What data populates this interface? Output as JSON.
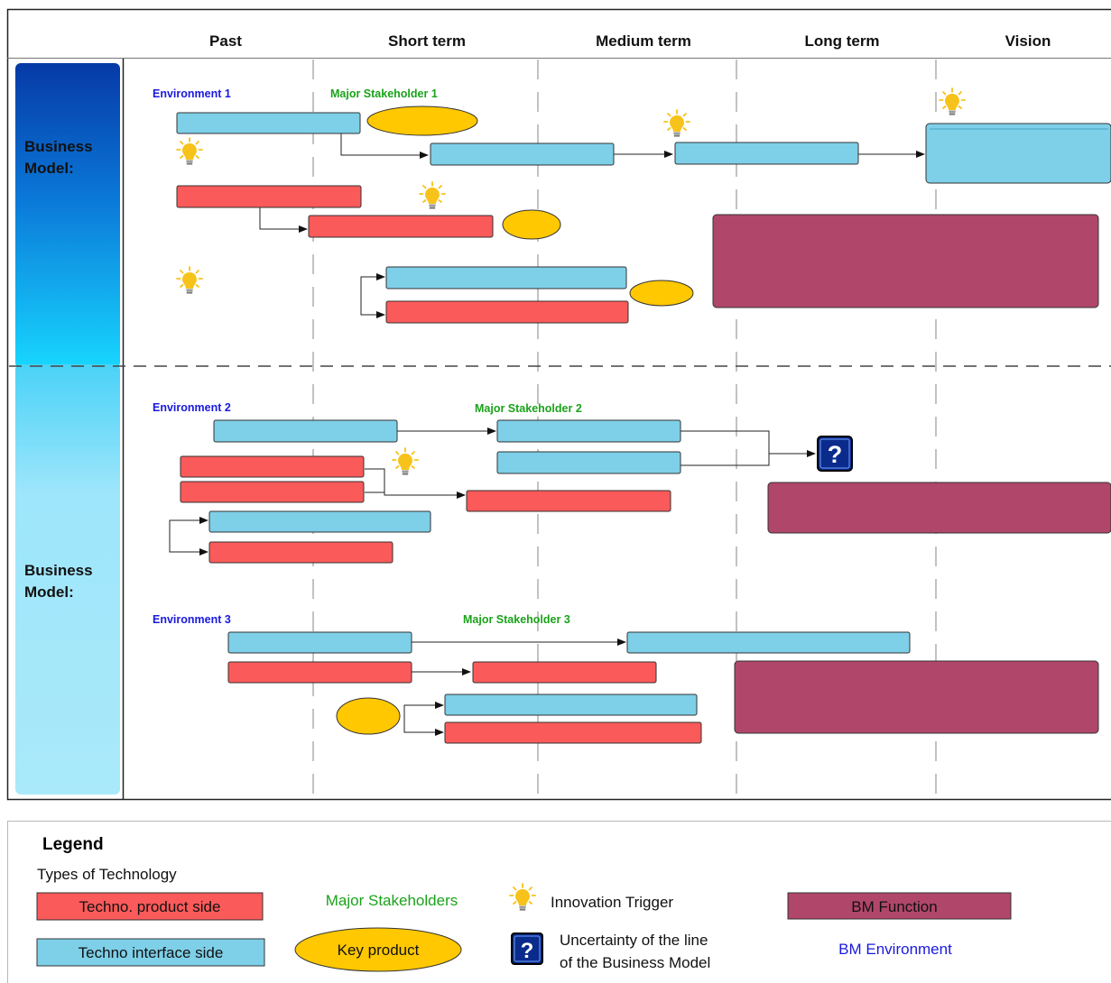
{
  "columns": [
    "Past",
    "Short term",
    "Medium term",
    "Long term",
    "Vision"
  ],
  "rows": [
    {
      "label_line1": "Business",
      "label_line2": "Model:"
    },
    {
      "label_line1": "Business",
      "label_line2": "Model:"
    }
  ],
  "environments": [
    "Environment 1",
    "Environment 2",
    "Environment 3"
  ],
  "stakeholders": [
    "Major Stakeholder 1",
    "Major Stakeholder 2",
    "Major Stakeholder 3"
  ],
  "uncertainty_symbol": "?",
  "legend": {
    "title": "Legend",
    "types_label": "Types of Technology",
    "product_side": "Techno. product side",
    "interface_side": "Techno interface side",
    "major_stakeholders": "Major Stakeholders",
    "key_product": "Key product",
    "innovation_trigger": "Innovation Trigger",
    "uncertainty_line1": "Uncertainty of the line",
    "uncertainty_line2": "of the Business Model",
    "bm_function": "BM Function",
    "bm_environment": "BM Environment"
  },
  "colors": {
    "interface": "#7ecfe8",
    "product": "#fb5a5a",
    "key_product": "#ffc800",
    "bm_function": "#b0466a",
    "environment_text": "#1a1adf",
    "stakeholder_text": "#1aa31a",
    "bulb": "#f7c21a"
  },
  "icons": [
    "lightbulb-icon",
    "question-mark-icon",
    "arrow-icon"
  ]
}
